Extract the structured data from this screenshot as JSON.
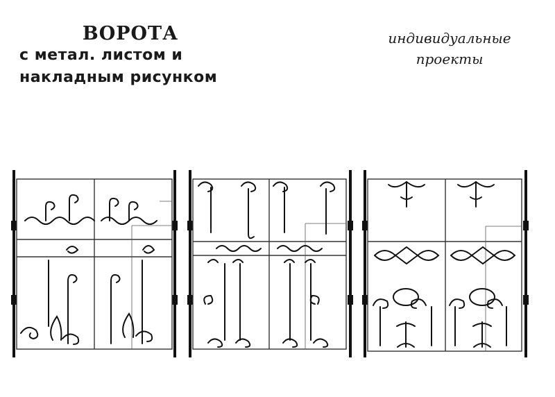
{
  "title": {
    "main": "ВОРОТА",
    "line1": "с метал. листом и",
    "line2": "накладным рисунком"
  },
  "tag": {
    "line1": "индивидуальные",
    "line2": "проекты"
  },
  "gates": [
    {
      "name": "gate-design-1"
    },
    {
      "name": "gate-design-2"
    },
    {
      "name": "gate-design-3"
    }
  ]
}
